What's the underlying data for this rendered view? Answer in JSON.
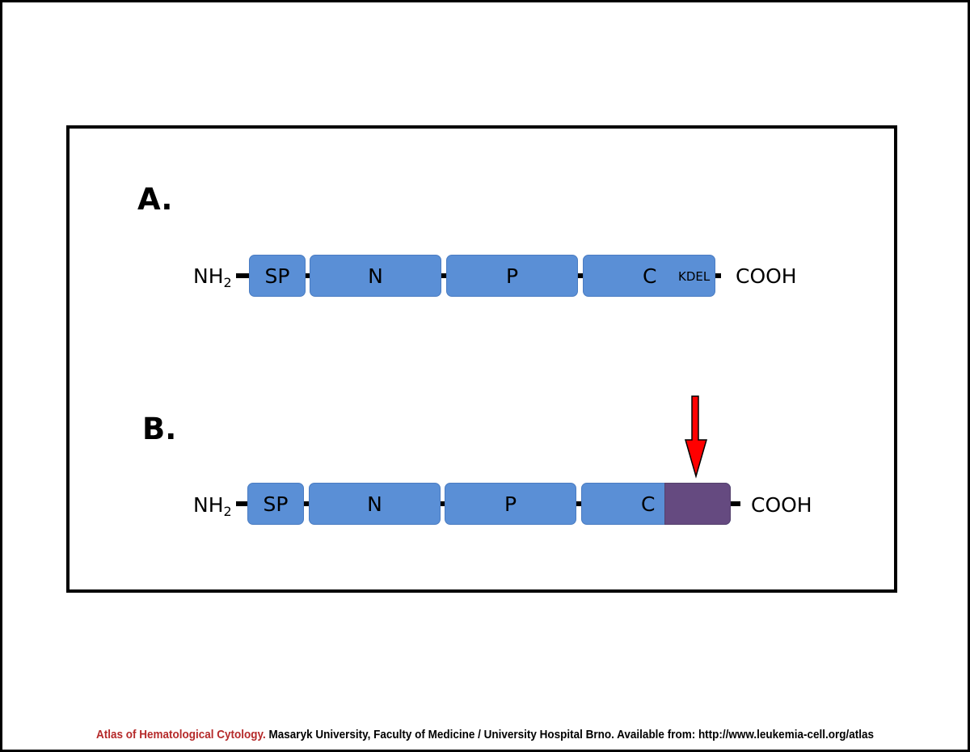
{
  "panel_a": {
    "label": "A.",
    "n_terminus": "NH",
    "n_terminus_sub": "2",
    "domains": [
      "SP",
      "N",
      "P",
      "C"
    ],
    "motif": "KDEL",
    "c_terminus": "COOH"
  },
  "panel_b": {
    "label": "B.",
    "n_terminus": "NH",
    "n_terminus_sub": "2",
    "domains": [
      "SP",
      "N",
      "P",
      "C"
    ],
    "c_terminus": "COOH"
  },
  "colors": {
    "domain": "#5a8fd6",
    "mutant_region": "#654a80",
    "arrow": "#ff0000",
    "footer_accent": "#b52a2a"
  },
  "footer": {
    "atlas": "Atlas of Hematological Cytology.",
    "rest": " Masaryk University, Faculty of Medicine / University Hospital Brno. Available from: http://www.leukemia-cell.org/atlas"
  }
}
